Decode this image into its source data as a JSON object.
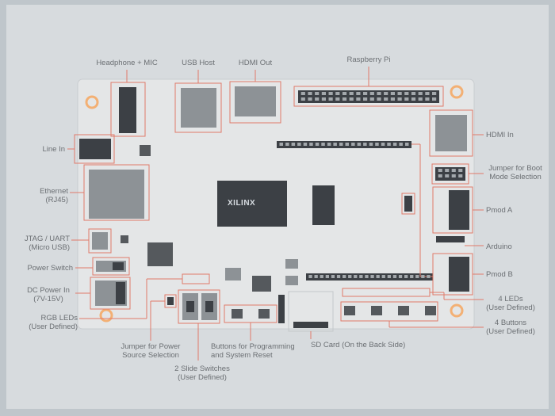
{
  "labels": {
    "headphone_mic": "Headphone + MIC",
    "usb_host": "USB Host",
    "hdmi_out": "HDMI Out",
    "raspberry_pi": "Raspberry Pi",
    "hdmi_in": "HDMI In",
    "line_in": "Line In",
    "jumper_boot_line1": "Jumper for Boot",
    "jumper_boot_line2": "Mode Selection",
    "ethernet_line1": "Ethernet",
    "ethernet_line2": "(RJ45)",
    "pmod_a": "Pmod A",
    "jtag_line1": "JTAG / UART",
    "jtag_line2": "(Micro USB)",
    "arduino": "Arduino",
    "power_switch": "Power Switch",
    "pmod_b": "Pmod B",
    "dc_power_line1": "DC Power In",
    "dc_power_line2": "(7V-15V)",
    "leds_line1": "4 LEDs",
    "leds_line2": "(User Defined)",
    "rgb_line1": "RGB LEDs",
    "rgb_line2": "(User Defined)",
    "buttons4_line1": "4 Buttons",
    "buttons4_line2": "(User Defined)",
    "jumper_power_line1": "Jumper for Power",
    "jumper_power_line2": "Source Selection",
    "prog_buttons_line1": "Buttons for Programming",
    "prog_buttons_line2": "and System Reset",
    "sd_card": "SD Card (On the Back Side)",
    "slide_line1": "2 Slide Switches",
    "slide_line2": "(User Defined)"
  },
  "chip_brand": "XILINX",
  "colors": {
    "paper": "#d7dbde",
    "board": "#e6e8e9",
    "callout": "#e07a6a",
    "label": "#6b6f73",
    "component": "#7f8488",
    "dark_component": "#3c4045",
    "mount_hole": "#f3b074"
  }
}
